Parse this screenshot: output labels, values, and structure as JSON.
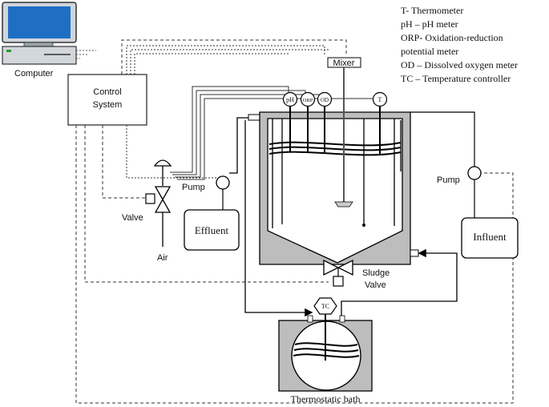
{
  "legend": [
    "T- Thermometer",
    "pH – pH meter",
    "ORP- Oxidation-reduction",
    "potential meter",
    "OD – Dissolved oxygen meter",
    "TC – Temperature controller"
  ],
  "labels": {
    "computer": "Computer",
    "control_line1": "Control",
    "control_line2": "System",
    "mixer": "Mixer",
    "pump_left": "Pump",
    "pump_right": "Pump",
    "valve": "Valve",
    "air": "Air",
    "effluent": "Effluent",
    "influent": "Influent",
    "sludge_line1": "Sludge",
    "sludge_line2": "Valve",
    "thermostatic": "Thermostatic bath",
    "probe_ph": "pH",
    "probe_orp": "ORP",
    "probe_od": "OD",
    "probe_t": "T",
    "tc": "TC"
  }
}
